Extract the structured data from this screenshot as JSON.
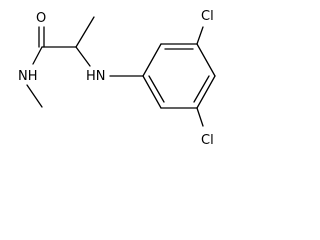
{
  "molecule": {
    "atoms": {
      "carbonyl_oxygen": "O",
      "amide_nitrogen": "NH",
      "amine_nitrogen": "HN",
      "chlorine_top": "Cl",
      "chlorine_bottom": "Cl"
    }
  },
  "colors": {
    "bond": "#000000",
    "label": "#000000",
    "background": "#ffffff"
  }
}
